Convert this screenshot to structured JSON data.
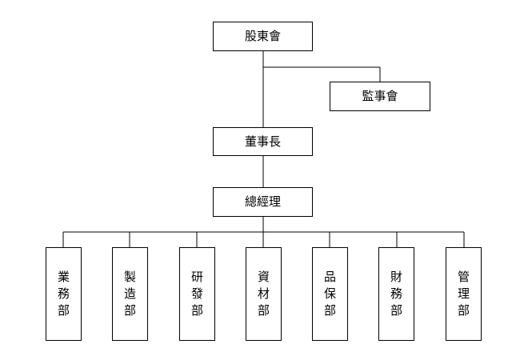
{
  "org_chart": {
    "shareholders": "股東會",
    "supervisors": "監事會",
    "chairman": "董事長",
    "general_manager": "總經理",
    "departments": [
      {
        "label": "業務部"
      },
      {
        "label": "製造部"
      },
      {
        "label": "研發部"
      },
      {
        "label": "資材部"
      },
      {
        "label": "品保部"
      },
      {
        "label": "財務部"
      },
      {
        "label": "管理部"
      }
    ]
  }
}
